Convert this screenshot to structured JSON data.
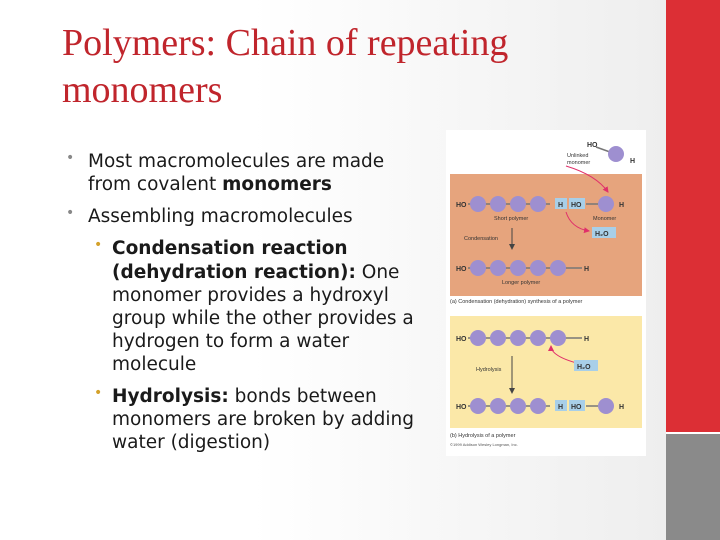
{
  "slide": {
    "title": "Polymers: Chain of repeating monomers",
    "bullets": [
      {
        "pre": "Most macromolecules are made from covalent ",
        "bold": "monomers",
        "post": ""
      },
      {
        "text": "Assembling macromolecules"
      }
    ],
    "sub_bullets": [
      {
        "bold": "Condensation reaction (dehydration reaction):",
        "text": " One monomer provides a hydroxyl group while the other provides a hydrogen to form a water molecule"
      },
      {
        "bold": "Hydrolysis:",
        "text": "  bonds between monomers are broken by adding water (digestion)"
      }
    ]
  },
  "figure": {
    "unlinked_ho": "HO",
    "unlinked_h": "H",
    "unlinked_label": "Unlinked monomer",
    "panel_a": {
      "row1_ho": "HO",
      "row1_h": "H",
      "row1_ho2": "HO",
      "row1_h2": "H",
      "short_polymer": "Short polymer",
      "monomer": "Monomer",
      "condensation": "Condensation",
      "h2o": "H₂O",
      "row2_ho": "HO",
      "row2_h": "H",
      "longer_polymer": "Longer polymer",
      "caption": "(a) Condensation (dehydration) synthesis of a polymer"
    },
    "panel_b": {
      "row1_ho": "HO",
      "row1_h": "H",
      "hydrolysis": "Hydrolysis",
      "h2o": "H₂O",
      "row2_ho": "HO",
      "row2_h": "H",
      "row2_ho2": "HO",
      "row2_h2": "H",
      "caption": "(b) Hydrolysis of a polymer"
    },
    "copyright": "©1999 Addison Wesley Longman, Inc.",
    "colors": {
      "panel_a": "#e6a47d",
      "panel_b": "#fbe8a8",
      "monomer": "#9e8fd0",
      "arrow": "#e0306a"
    }
  }
}
